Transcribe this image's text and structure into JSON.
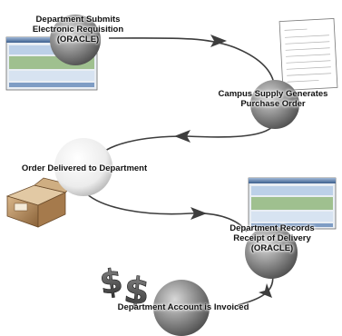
{
  "diagram": {
    "colors": {
      "arrow": "#3d3d3d",
      "circle_dark": "#7a7a7a",
      "circle_light": "#f0f0f0",
      "screen_blue": "#2f63a8",
      "screen_green": "#7faa72",
      "box_tan": "#b48a5c",
      "dollar": "#4a4a4a"
    },
    "icons": [
      "requisition-screen-icon",
      "purchase-order-document-icon",
      "delivery-box-icon",
      "receipt-screen-icon",
      "dollar-sign-icon"
    ],
    "steps": [
      {
        "id": "submit",
        "lines": [
          "Department Submits",
          "Electronic Requisition",
          "(ORACLE)"
        ]
      },
      {
        "id": "purchase-order",
        "lines": [
          "Campus Supply Generates",
          "Purchase Order"
        ]
      },
      {
        "id": "delivered",
        "lines": [
          "Order Delivered to Department"
        ]
      },
      {
        "id": "receipt",
        "lines": [
          "Department Records",
          "Receipt of Delivery",
          "(ORACLE)"
        ]
      },
      {
        "id": "invoiced",
        "lines": [
          "Department Account is Invoiced"
        ]
      }
    ]
  }
}
